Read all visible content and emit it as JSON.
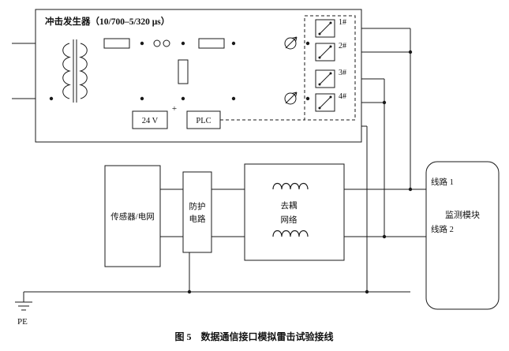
{
  "generator": {
    "title": "冲击发生器（10/700–5/320 μs）",
    "supply": "24 V",
    "plus": "+",
    "plc": "PLC",
    "switch_labels": [
      "1#",
      "2#",
      "3#",
      "4#"
    ]
  },
  "signal_chain": {
    "sensor": "传感器/电网",
    "protection": [
      "防护",
      "电路"
    ],
    "decoupling": [
      "去耦",
      "网络"
    ],
    "monitor": "监测模块",
    "line1": "线路 1",
    "line2": "线路 2"
  },
  "ground": {
    "label": "PE"
  },
  "caption": "图 5　数据通信接口模拟雷击试验接线",
  "colors": {
    "line": "#1a1a1a",
    "background": "#ffffff"
  }
}
